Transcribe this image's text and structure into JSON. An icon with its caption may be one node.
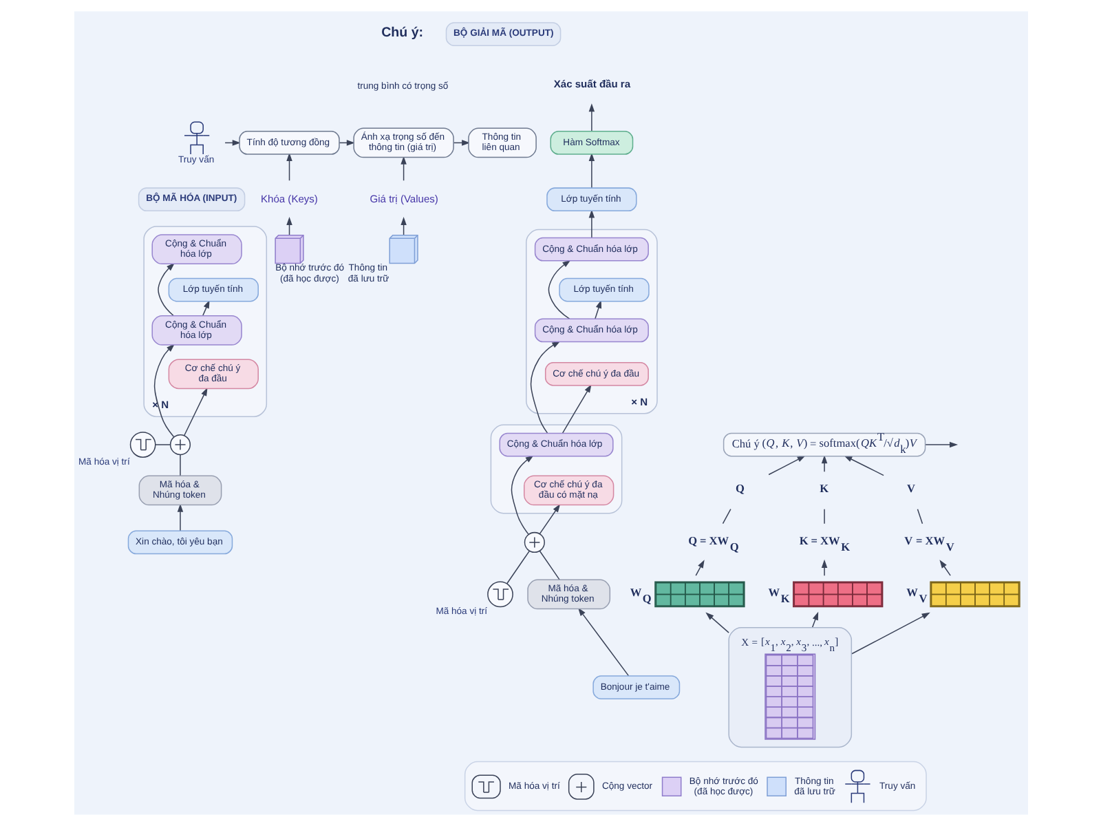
{
  "diagram": {
    "nodes": [
      {
        "text": [
          "BỘ MÃ HÓA (INPUT)"
        ]
      },
      {
        "text": [],
        "shape": "box",
        "beside": [
          "× N"
        ]
      },
      {
        "text": [
          "Cộng & Chuẩn hóa lớp"
        ],
        "in": 1
      },
      {
        "text": [
          "Lớp tuyến tính"
        ],
        "in": 1
      },
      {
        "text": [
          "Cộng & Chuẩn hóa lớp"
        ],
        "in": 1
      },
      {
        "text": [
          "Cơ chế chú ý đa đầu"
        ],
        "in": 1
      },
      {
        "text": [],
        "shape": "circle"
      },
      {
        "text": [],
        "shape": "circle",
        "beside": [
          "Mã hóa vị trí"
        ]
      },
      {
        "text": [
          "Mã hóa & Nhúng token"
        ]
      },
      {
        "text": [
          "Xin chào, tôi yêu bạn"
        ]
      },
      {
        "text": [],
        "shape": "person",
        "beside": [
          "Truy vấn"
        ]
      },
      {
        "text": [
          "Tính độ tương đồng"
        ]
      },
      {
        "text": [
          "Ánh xạ trọng số đến thông tin (giá trị)"
        ]
      },
      {
        "text": [
          "Thông tin liên quan"
        ]
      },
      {
        "text": [
          "Khóa (Keys)"
        ]
      },
      {
        "text": [],
        "shape": "cube",
        "beside": [
          "Bộ nhớ trước đó (đã học được)"
        ]
      },
      {
        "text": [
          "Giá trị (Values)"
        ]
      },
      {
        "text": [],
        "shape": "cube",
        "beside": [
          "Thông tin đã lưu trữ"
        ]
      },
      {
        "text": [
          "BỘ GIẢI MÃ (OUTPUT)"
        ]
      },
      {
        "text": [
          "Xác suất đầu ra"
        ]
      },
      {
        "text": [
          "Hàm Softmax"
        ]
      },
      {
        "text": [
          "Lớp tuyến tính"
        ]
      },
      {
        "text": [],
        "shape": "box",
        "beside": [
          "× N"
        ]
      },
      {
        "text": [
          "Cộng & Chuẩn hóa lớp"
        ],
        "in": 22
      },
      {
        "text": [
          "Lớp tuyến tính"
        ],
        "in": 22
      },
      {
        "text": [
          "Cộng & Chuẩn hóa lớp"
        ],
        "in": 22
      },
      {
        "text": [
          "Cơ chế chú ý đa đầu"
        ],
        "in": 22
      },
      {
        "text": [],
        "shape": "box"
      },
      {
        "text": [
          "Cộng & Chuẩn hóa lớp"
        ],
        "in": 27
      },
      {
        "text": [
          "Cơ chế chú ý đa đầu có mặt nạ"
        ],
        "in": 27
      },
      {
        "text": [],
        "shape": "circle"
      },
      {
        "text": [],
        "shape": "circle",
        "beside": [
          "Mã hóa vị trí"
        ]
      },
      {
        "text": [
          "Mã hóa & Nhúng token"
        ]
      },
      {
        "text": [
          "Bonjour je t'aime"
        ]
      },
      {
        "text": [
          "X = [*x*$_{1}$, *x*$_{2}$, *x*$_{3}$, ..., *x*$_{n}$]"
        ]
      },
      {
        "text": [],
        "shape": "grid",
        "beside": [
          "W$_{Q}$"
        ]
      },
      {
        "text": [],
        "shape": "grid",
        "beside": [
          "W$_{K}$"
        ]
      },
      {
        "text": [],
        "shape": "grid",
        "beside": [
          "W$_{V}$"
        ]
      },
      {
        "text": [
          "Q = XW$_{Q}$"
        ]
      },
      {
        "text": [
          "K = XW$_{K}$"
        ]
      },
      {
        "text": [
          "V = XW$_{V}$"
        ]
      },
      {
        "text": [
          "Q"
        ]
      },
      {
        "text": [
          "K"
        ]
      },
      {
        "text": [
          "V"
        ]
      },
      {
        "text": [
          "Chú ý (*Q*, *K*, *V*) = softmax(*QK*$^{T}$/√*d*$_{k}$)*V*"
        ]
      }
    ],
    "edges": [
      {
        "from": 9,
        "to": 8,
        "arrow": "to"
      },
      {
        "from": 8,
        "to": 6,
        "arrow": "none"
      },
      {
        "from": 7,
        "to": 6,
        "arrow": "none"
      },
      {
        "from": 6,
        "to": 5,
        "arrow": "to"
      },
      {
        "from": 6,
        "to": 4,
        "arrow": "to"
      },
      {
        "from": 4,
        "to": 3,
        "arrow": "to"
      },
      {
        "from": 4,
        "to": 2,
        "arrow": "to"
      },
      {
        "from": 10,
        "to": 11,
        "arrow": "to"
      },
      {
        "from": 11,
        "to": 12,
        "arrow": "to"
      },
      {
        "from": 12,
        "to": 13,
        "arrow": "to"
      },
      {
        "from": 15,
        "to": 14,
        "arrow": "to"
      },
      {
        "from": 14,
        "to": 11,
        "arrow": "to"
      },
      {
        "from": 17,
        "to": 16,
        "arrow": "to"
      },
      {
        "from": 16,
        "to": 12,
        "arrow": "to"
      },
      {
        "from": 33,
        "to": 32,
        "arrow": "to"
      },
      {
        "from": 32,
        "to": 30,
        "arrow": "none"
      },
      {
        "from": 31,
        "to": 30,
        "arrow": "none"
      },
      {
        "from": 30,
        "to": 29,
        "arrow": "to"
      },
      {
        "from": 30,
        "to": 28,
        "arrow": "to"
      },
      {
        "from": 28,
        "to": 26,
        "arrow": "to"
      },
      {
        "from": 28,
        "to": 25,
        "arrow": "to"
      },
      {
        "from": 25,
        "to": 24,
        "arrow": "to"
      },
      {
        "from": 25,
        "to": 23,
        "arrow": "to"
      },
      {
        "from": 23,
        "to": 21,
        "arrow": "to"
      },
      {
        "from": 21,
        "to": 20,
        "arrow": "to"
      },
      {
        "from": 20,
        "to": 19,
        "arrow": "to"
      },
      {
        "from": 34,
        "to": 35,
        "arrow": "to"
      },
      {
        "from": 34,
        "to": 36,
        "arrow": "to"
      },
      {
        "from": 34,
        "to": 37,
        "arrow": "to"
      },
      {
        "from": 35,
        "to": 38,
        "arrow": "to"
      },
      {
        "from": 36,
        "to": 39,
        "arrow": "to"
      },
      {
        "from": 37,
        "to": 40,
        "arrow": "to"
      },
      {
        "from": 38,
        "to": 41,
        "arrow": "none"
      },
      {
        "from": 39,
        "to": 42,
        "arrow": "none"
      },
      {
        "from": 40,
        "to": 43,
        "arrow": "none"
      },
      {
        "from": 41,
        "to": 44,
        "arrow": "to"
      },
      {
        "from": 42,
        "to": 44,
        "arrow": "to"
      },
      {
        "from": 43,
        "to": 44,
        "arrow": "to"
      },
      {
        "from": 44,
        "to": null,
        "arrow": "to"
      }
    ],
    "labels": [
      "Chú ý:",
      "trung bình có trọng số"
    ],
    "legend": [
      {
        "text": "Mã hóa vị trí"
      },
      {
        "text": "Cộng vector"
      },
      {
        "text": "Bộ nhớ trước đó (đã học được)"
      },
      {
        "text": "Thông tin đã lưu trữ"
      },
      {
        "text": "Truy vấn"
      }
    ]
  }
}
